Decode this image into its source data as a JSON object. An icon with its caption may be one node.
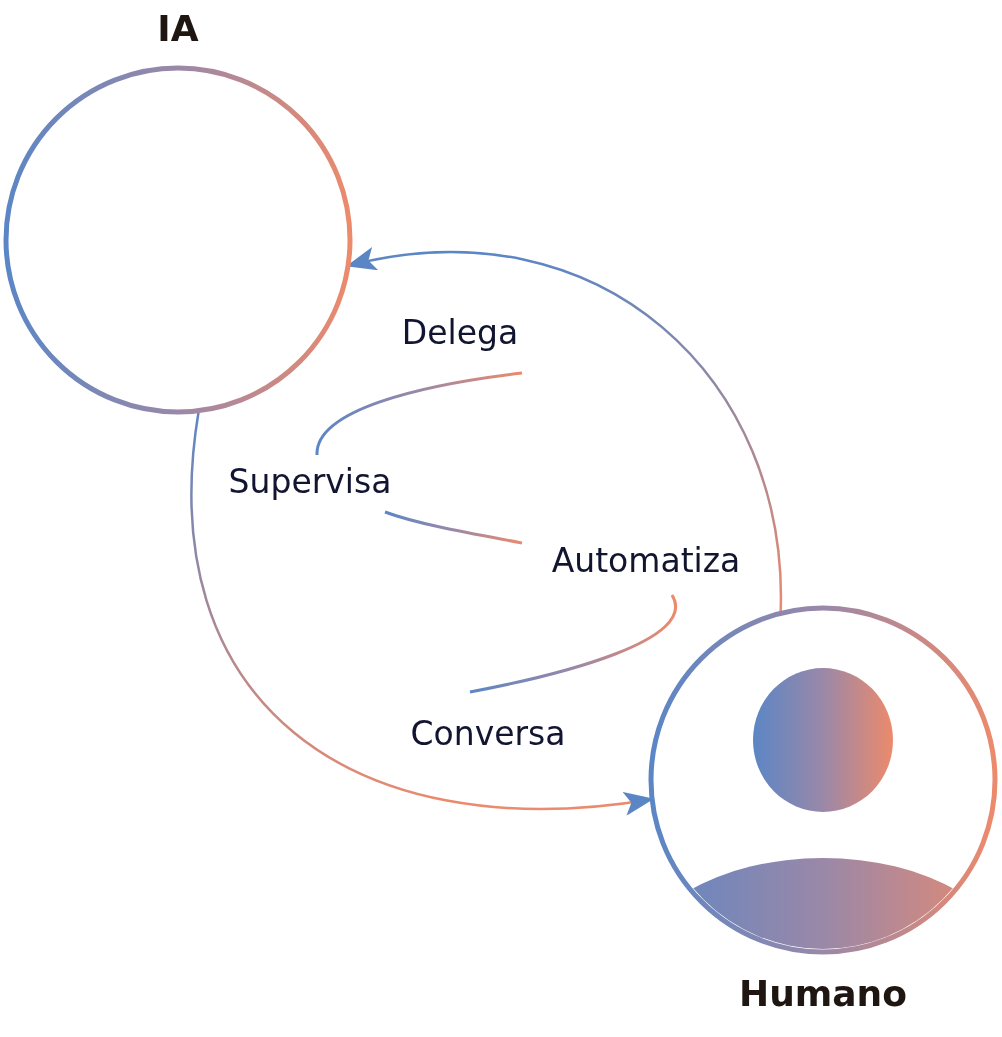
{
  "diagram": {
    "nodes": [
      {
        "text": [
          "IA"
        ]
      },
      {
        "text": [
          "Humano"
        ]
      }
    ],
    "edges": [
      {
        "from": 1,
        "to": 0,
        "arrow": "to"
      },
      {
        "from": 0,
        "to": 1,
        "arrow": "to"
      }
    ],
    "labels": [
      "Delega",
      "Supervisa",
      "Automatiza",
      "Conversa"
    ]
  }
}
